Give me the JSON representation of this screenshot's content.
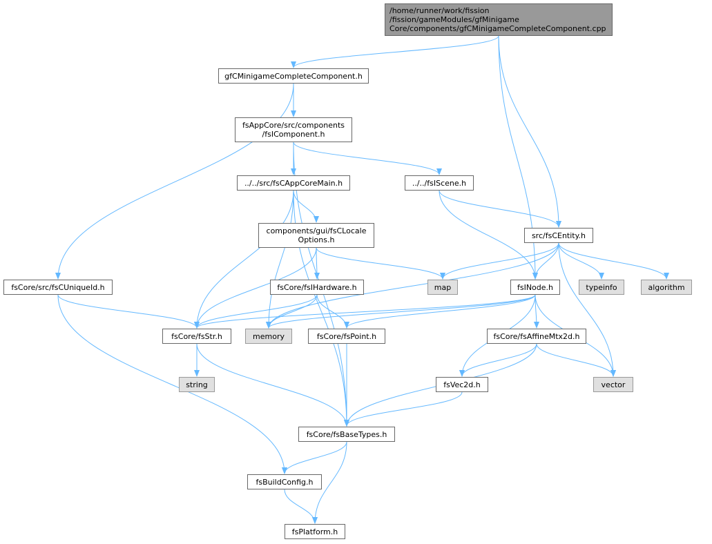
{
  "graph": {
    "nodes": [
      {
        "id": "root",
        "label": "/home/runner/work/fission\n/fission/gameModules/gfMinigame\nCore/components/gfCMinigameCompleteComponent.cpp",
        "kind": "root"
      },
      {
        "id": "gfCMinigameCompleteComponent_h",
        "label": "gfCMinigameCompleteComponent.h",
        "kind": "header"
      },
      {
        "id": "fsIComponent_h",
        "label": "fsAppCore/src/components\n/fsIComponent.h",
        "kind": "header"
      },
      {
        "id": "fsCAppCoreMain_h",
        "label": "../../src/fsCAppCoreMain.h",
        "kind": "header"
      },
      {
        "id": "fsIScene_h",
        "label": "../../fsIScene.h",
        "kind": "header"
      },
      {
        "id": "fsCLocaleOptions_h",
        "label": "components/gui/fsCLocale\nOptions.h",
        "kind": "header"
      },
      {
        "id": "fsCEntity_h",
        "label": "src/fsCEntity.h",
        "kind": "header"
      },
      {
        "id": "fsCUniqueId_h",
        "label": "fsCore/src/fsCUniqueId.h",
        "kind": "header"
      },
      {
        "id": "fsIHardware_h",
        "label": "fsCore/fsIHardware.h",
        "kind": "header"
      },
      {
        "id": "map",
        "label": "map",
        "kind": "system"
      },
      {
        "id": "fsINode_h",
        "label": "fsINode.h",
        "kind": "header"
      },
      {
        "id": "typeinfo",
        "label": "typeinfo",
        "kind": "system"
      },
      {
        "id": "algorithm",
        "label": "algorithm",
        "kind": "system"
      },
      {
        "id": "fsStr_h",
        "label": "fsCore/fsStr.h",
        "kind": "header"
      },
      {
        "id": "memory",
        "label": "memory",
        "kind": "system"
      },
      {
        "id": "fsPoint_h",
        "label": "fsCore/fsPoint.h",
        "kind": "header"
      },
      {
        "id": "fsAffineMtx2d_h",
        "label": "fsCore/fsAffineMtx2d.h",
        "kind": "header"
      },
      {
        "id": "string",
        "label": "string",
        "kind": "system"
      },
      {
        "id": "fsVec2d_h",
        "label": "fsVec2d.h",
        "kind": "header"
      },
      {
        "id": "vector",
        "label": "vector",
        "kind": "system"
      },
      {
        "id": "fsBaseTypes_h",
        "label": "fsCore/fsBaseTypes.h",
        "kind": "header"
      },
      {
        "id": "fsBuildConfig_h",
        "label": "fsBuildConfig.h",
        "kind": "header"
      },
      {
        "id": "fsPlatform_h",
        "label": "fsPlatform.h",
        "kind": "header"
      }
    ],
    "edges": [
      [
        "root",
        "gfCMinigameCompleteComponent_h"
      ],
      [
        "root",
        "fsINode_h"
      ],
      [
        "root",
        "fsCEntity_h"
      ],
      [
        "gfCMinigameCompleteComponent_h",
        "fsIComponent_h"
      ],
      [
        "gfCMinigameCompleteComponent_h",
        "fsCUniqueId_h"
      ],
      [
        "fsIComponent_h",
        "fsCAppCoreMain_h"
      ],
      [
        "fsIComponent_h",
        "fsIScene_h"
      ],
      [
        "fsIComponent_h",
        "fsBaseTypes_h"
      ],
      [
        "fsCAppCoreMain_h",
        "fsCLocaleOptions_h"
      ],
      [
        "fsCAppCoreMain_h",
        "fsStr_h"
      ],
      [
        "fsCAppCoreMain_h",
        "memory"
      ],
      [
        "fsCAppCoreMain_h",
        "fsBaseTypes_h"
      ],
      [
        "fsIScene_h",
        "fsCEntity_h"
      ],
      [
        "fsIScene_h",
        "fsINode_h"
      ],
      [
        "fsCLocaleOptions_h",
        "fsIHardware_h"
      ],
      [
        "fsCLocaleOptions_h",
        "map"
      ],
      [
        "fsCLocaleOptions_h",
        "fsStr_h"
      ],
      [
        "fsCEntity_h",
        "map"
      ],
      [
        "fsCEntity_h",
        "fsINode_h"
      ],
      [
        "fsCEntity_h",
        "typeinfo"
      ],
      [
        "fsCEntity_h",
        "algorithm"
      ],
      [
        "fsCEntity_h",
        "vector"
      ],
      [
        "fsCEntity_h",
        "memory"
      ],
      [
        "fsCUniqueId_h",
        "fsStr_h"
      ],
      [
        "fsCUniqueId_h",
        "fsBuildConfig_h"
      ],
      [
        "fsIHardware_h",
        "fsStr_h"
      ],
      [
        "fsIHardware_h",
        "memory"
      ],
      [
        "fsIHardware_h",
        "fsPoint_h"
      ],
      [
        "fsINode_h",
        "fsStr_h"
      ],
      [
        "fsINode_h",
        "memory"
      ],
      [
        "fsINode_h",
        "fsPoint_h"
      ],
      [
        "fsINode_h",
        "fsAffineMtx2d_h"
      ],
      [
        "fsINode_h",
        "fsVec2d_h"
      ],
      [
        "fsINode_h",
        "vector"
      ],
      [
        "fsStr_h",
        "string"
      ],
      [
        "fsStr_h",
        "fsBaseTypes_h"
      ],
      [
        "fsPoint_h",
        "fsBaseTypes_h"
      ],
      [
        "fsAffineMtx2d_h",
        "fsVec2d_h"
      ],
      [
        "fsAffineMtx2d_h",
        "vector"
      ],
      [
        "fsAffineMtx2d_h",
        "fsBaseTypes_h"
      ],
      [
        "fsVec2d_h",
        "fsBaseTypes_h"
      ],
      [
        "fsBaseTypes_h",
        "fsBuildConfig_h"
      ],
      [
        "fsBaseTypes_h",
        "fsPlatform_h"
      ],
      [
        "fsBuildConfig_h",
        "fsPlatform_h"
      ]
    ],
    "colors": {
      "edge": "#63b8ff",
      "root_fill": "#999999",
      "system_fill": "#e0e0e0",
      "border": "#666666"
    }
  }
}
